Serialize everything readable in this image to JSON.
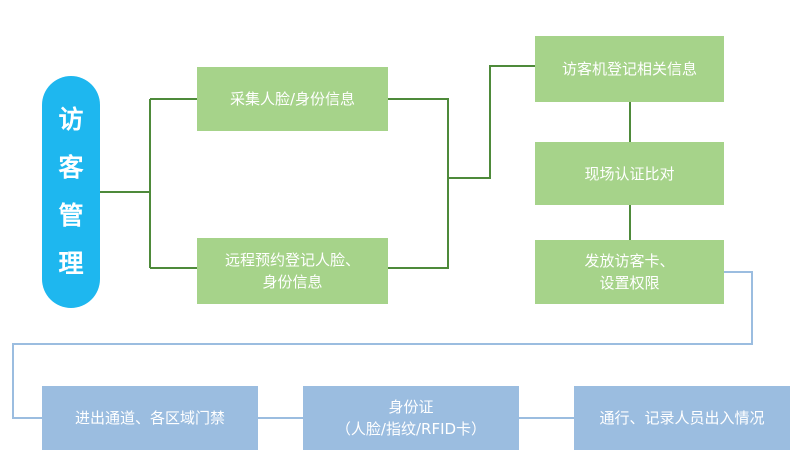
{
  "title_chars": [
    "访",
    "客",
    "管",
    "理"
  ],
  "nodes": {
    "collect_face_id": "采集人脸/身份信息",
    "remote_booking": [
      "远程预约登记人脸、",
      "身份信息"
    ],
    "visitor_machine": "访客机登记相关信息",
    "onsite_verify": "现场认证比对",
    "issue_card": [
      "发放访客卡、",
      "设置权限"
    ],
    "access_areas": "进出通道、各区域门禁",
    "id_card_methods": [
      "身份证",
      "（人脸/指纹/RFID卡）"
    ],
    "records": "通行、记录人员出入情况"
  },
  "colors": {
    "pill": "#1eb7ef",
    "green_box": "#a6d38a",
    "blue_box": "#9bbde0",
    "green_line": "#4e8a3a",
    "blue_line": "#9bbde0"
  }
}
